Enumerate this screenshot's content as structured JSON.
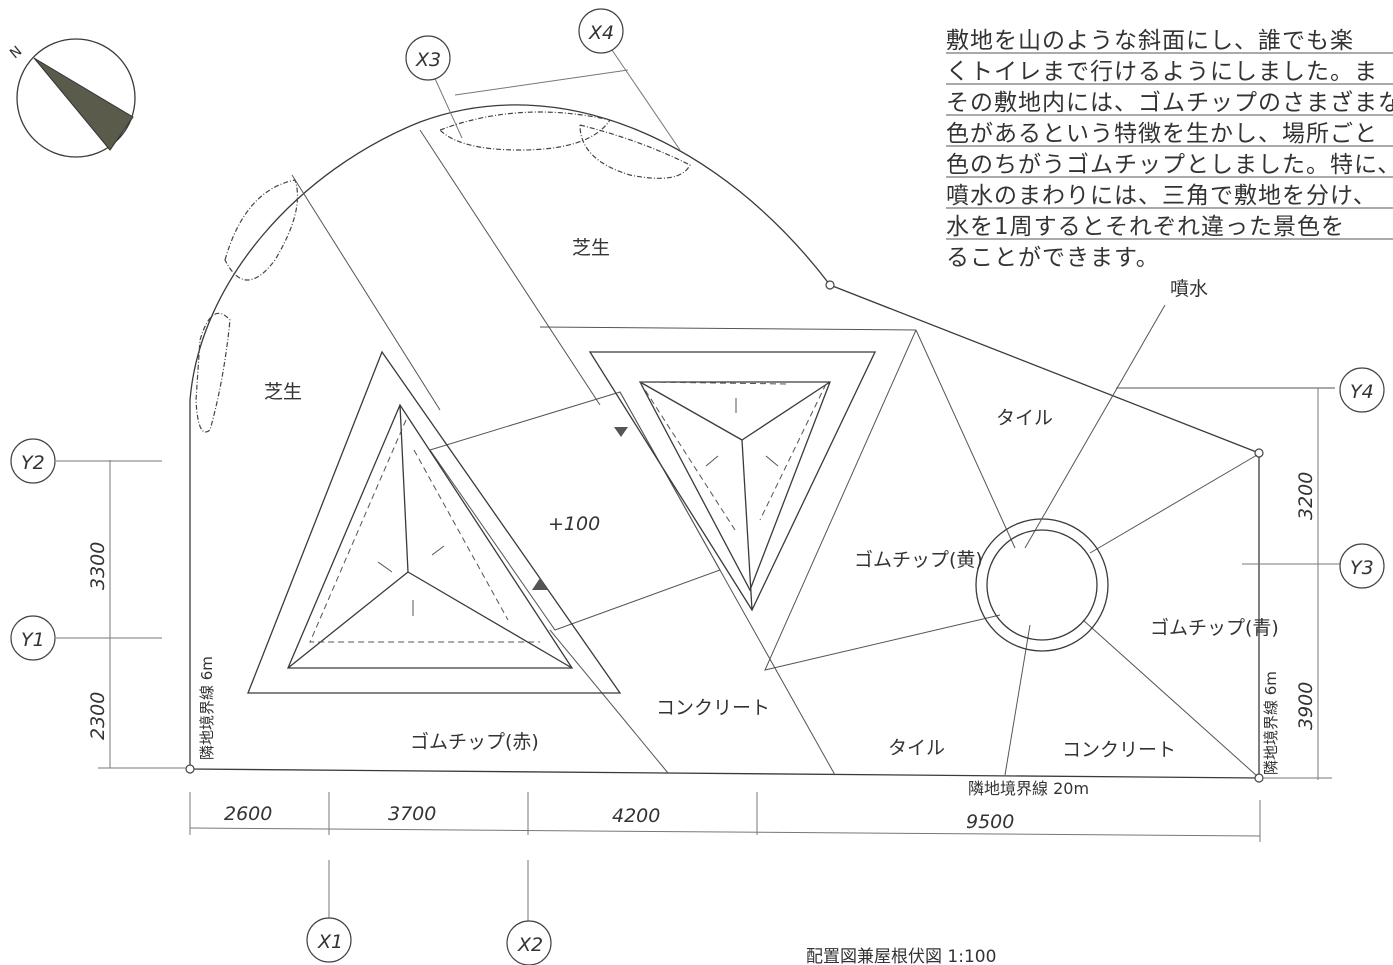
{
  "description_lines": [
    "敷地を山のような斜面にし、誰でも楽",
    "くトイレまで行けるようにしました。ま",
    "その敷地内には、ゴムチップのさまざまな",
    "色があるという特徴を生かし、場所ごと",
    "色のちがうゴムチップとしました。特に、",
    "噴水のまわりには、三角で敷地を分け、",
    "水を1周するとそれぞれ違った景色を",
    "ることができます。"
  ],
  "areas": {
    "lawn_top": "芝生",
    "lawn_left": "芝生",
    "plus100": "+100",
    "tile_top": "タイル",
    "rubber_yellow": "ゴムチップ(黄)",
    "rubber_blue": "ゴムチップ(青)",
    "rubber_red": "ゴムチップ(赤)",
    "concrete_center": "コンクリート",
    "tile_bottom": "タイル",
    "concrete_right": "コンクリート",
    "fountain": "噴水"
  },
  "boundaries": {
    "left": "隣地境界線 6m",
    "right": "隣地境界線 6m",
    "bottom": "隣地境界線 20m"
  },
  "dimensions": {
    "bottom": [
      "2600",
      "3700",
      "4200",
      "9500"
    ],
    "left": [
      "3300",
      "2300"
    ],
    "right": [
      "3200",
      "3900"
    ]
  },
  "axes": {
    "x1": "X1",
    "x2": "X2",
    "x3": "X3",
    "x4": "X4",
    "y1": "Y1",
    "y2": "Y2",
    "y3": "Y3",
    "y4": "Y4"
  },
  "compass": {
    "label": "N"
  },
  "caption": "配置図兼屋根伏図 1:100"
}
